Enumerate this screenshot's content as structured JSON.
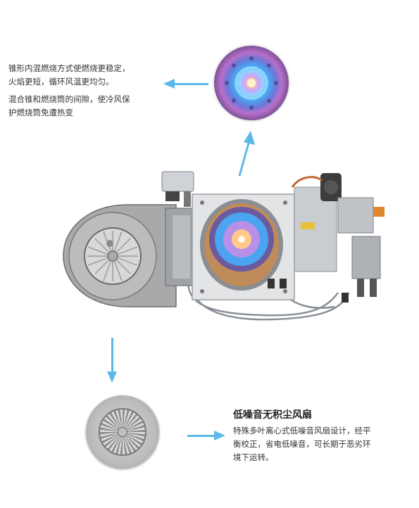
{
  "top_description": {
    "line1": "锥形内混燃烧方式使燃烧更稳定，",
    "line2": "火焰更短，循环风温更均匀。",
    "line3": "混合锥和燃烧筒的间隙，使冷风保",
    "line4": "护燃烧筒免遭热变"
  },
  "fan_feature": {
    "title": "低噪音无积尘风扇",
    "body_line1": "特殊多叶离心式低噪音风扇设计，经平",
    "body_line2": "衡校正，省电低噪音，可长期于恶劣环",
    "body_line3": "境下运转。"
  },
  "colors": {
    "arrow": "#5bb8e8",
    "text": "#333333",
    "metal": "#b8b8b8"
  }
}
